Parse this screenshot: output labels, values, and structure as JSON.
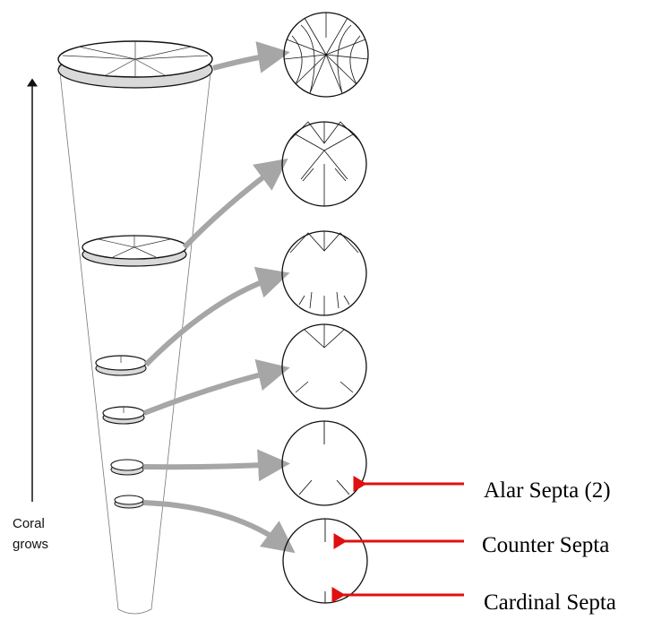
{
  "diagram": {
    "growth_label_line1": "Coral",
    "growth_label_line2": "grows",
    "labels": {
      "alar": "Alar Septa (2)",
      "counter": "Counter Septa",
      "cardinal": "Cardinal Septa"
    },
    "colors": {
      "pointer_arrow": "#e01010",
      "growth_arrow": "#a6a6a6",
      "line": "#111111",
      "disc_fill": "#d9d9d9"
    }
  }
}
